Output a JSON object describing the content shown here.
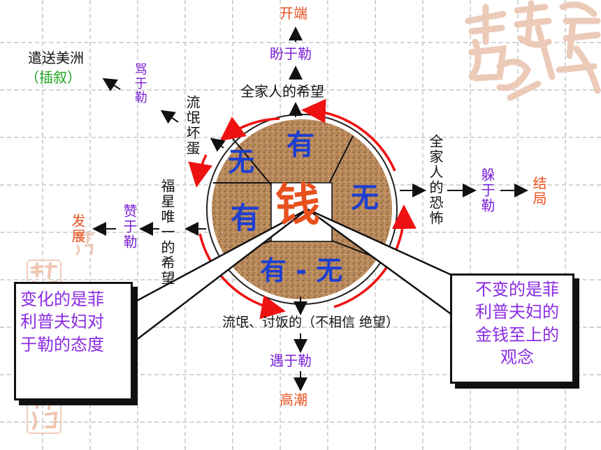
{
  "top_chain": {
    "start": "开端",
    "character": "盼于勒",
    "hope": "全家人的希望"
  },
  "left_upper": {
    "label_line1": "遣送美洲",
    "label_line2": "（插叙）",
    "character": "骂于勒",
    "description": "流氓坏蛋"
  },
  "left_lower": {
    "stage": "发展",
    "character": "赞于勒",
    "description": "福星唯一的希望"
  },
  "right_chain": {
    "description": "全家人的恐怖",
    "character": "躲于勒",
    "stage": "结局"
  },
  "bottom_chain": {
    "description": "流氓、讨饭的（不相信 绝望）",
    "character": "遇于勒",
    "stage": "高潮"
  },
  "wheel": {
    "center": "钱",
    "top": "有",
    "upper_left": "无",
    "left": "有",
    "right": "无",
    "bottom": "有 - 无"
  },
  "callout_left": {
    "lines": [
      "变化的是菲",
      "利普夫妇对",
      "于勒的态度"
    ]
  },
  "callout_right": {
    "lines": [
      "不变的是菲",
      "利普夫妇的",
      "金钱至上的",
      "观念"
    ]
  },
  "decoration": {
    "seal_chars": [
      "吉祥如意"
    ]
  },
  "colors": {
    "stage_red": "#e8501e",
    "character_purple": "#7a22d6",
    "wheel_text_blue": "#1d3fd1",
    "arc_red": "#ee1111",
    "wheel_cork": "#b98a5c"
  }
}
